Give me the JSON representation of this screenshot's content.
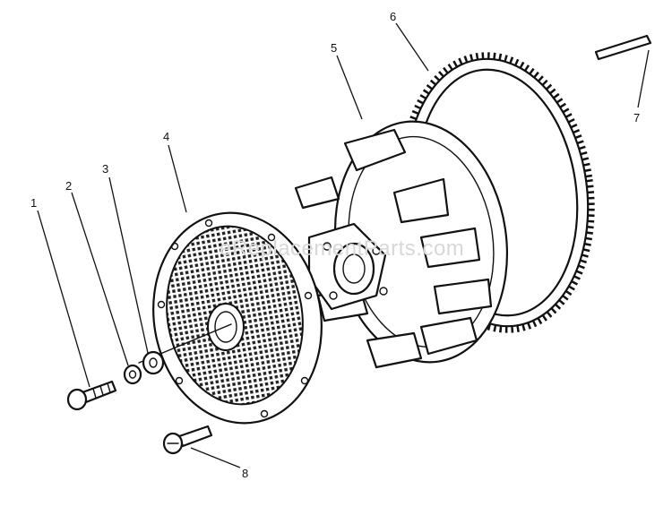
{
  "watermark": "eReplacementParts.com",
  "callouts": [
    {
      "id": "callout-1",
      "label": "1"
    },
    {
      "id": "callout-2",
      "label": "2"
    },
    {
      "id": "callout-3",
      "label": "3"
    },
    {
      "id": "callout-4",
      "label": "4"
    },
    {
      "id": "callout-5",
      "label": "5"
    },
    {
      "id": "callout-6",
      "label": "6"
    },
    {
      "id": "callout-7",
      "label": "7"
    },
    {
      "id": "callout-8",
      "label": "8"
    }
  ],
  "colors": {
    "ink": "#111111",
    "paper": "#ffffff",
    "watermark": "#d8d8d8"
  }
}
